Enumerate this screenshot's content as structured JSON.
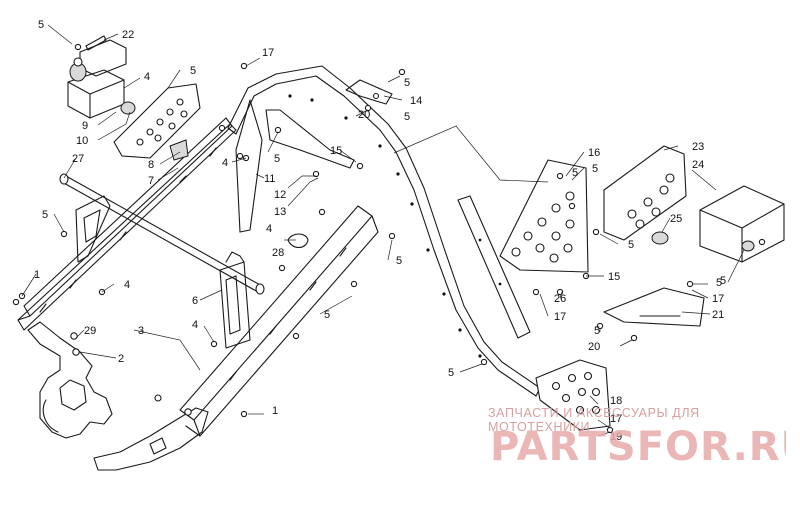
{
  "callouts": {
    "c1a": "1",
    "c1b": "1",
    "c2": "2",
    "c3": "3",
    "c4a": "4",
    "c4b": "4",
    "c4c": "4",
    "c4d": "4",
    "c4e": "4",
    "c5a": "5",
    "c5b": "5",
    "c5c": "5",
    "c5d": "5",
    "c5e": "5",
    "c5f": "5",
    "c5g": "5",
    "c5h": "5",
    "c5i": "5",
    "c5j": "5",
    "c5k": "5",
    "c5l": "5",
    "c5m": "5",
    "c5n": "5",
    "c5o": "5",
    "c6": "6",
    "c7": "7",
    "c8": "8",
    "c9": "9",
    "c10": "10",
    "c11": "11",
    "c12": "12",
    "c13": "13",
    "c14": "14",
    "c15a": "15",
    "c15b": "15",
    "c16": "16",
    "c17a": "17",
    "c17b": "17",
    "c17c": "17",
    "c17d": "17",
    "c18": "18",
    "c19": "19",
    "c20a": "20",
    "c20b": "20",
    "c21": "21",
    "c22": "22",
    "c23": "23",
    "c24": "24",
    "c25": "25",
    "c26": "26",
    "c27": "27",
    "c28": "28",
    "c29": "29"
  },
  "watermark": {
    "tagline": "ЗАПЧАСТИ И АКСЕССУАРЫ ДЛЯ МОТОТЕХНИКИ",
    "logo": "PARTSFOR.RU",
    "color": "#d6a0a0"
  }
}
